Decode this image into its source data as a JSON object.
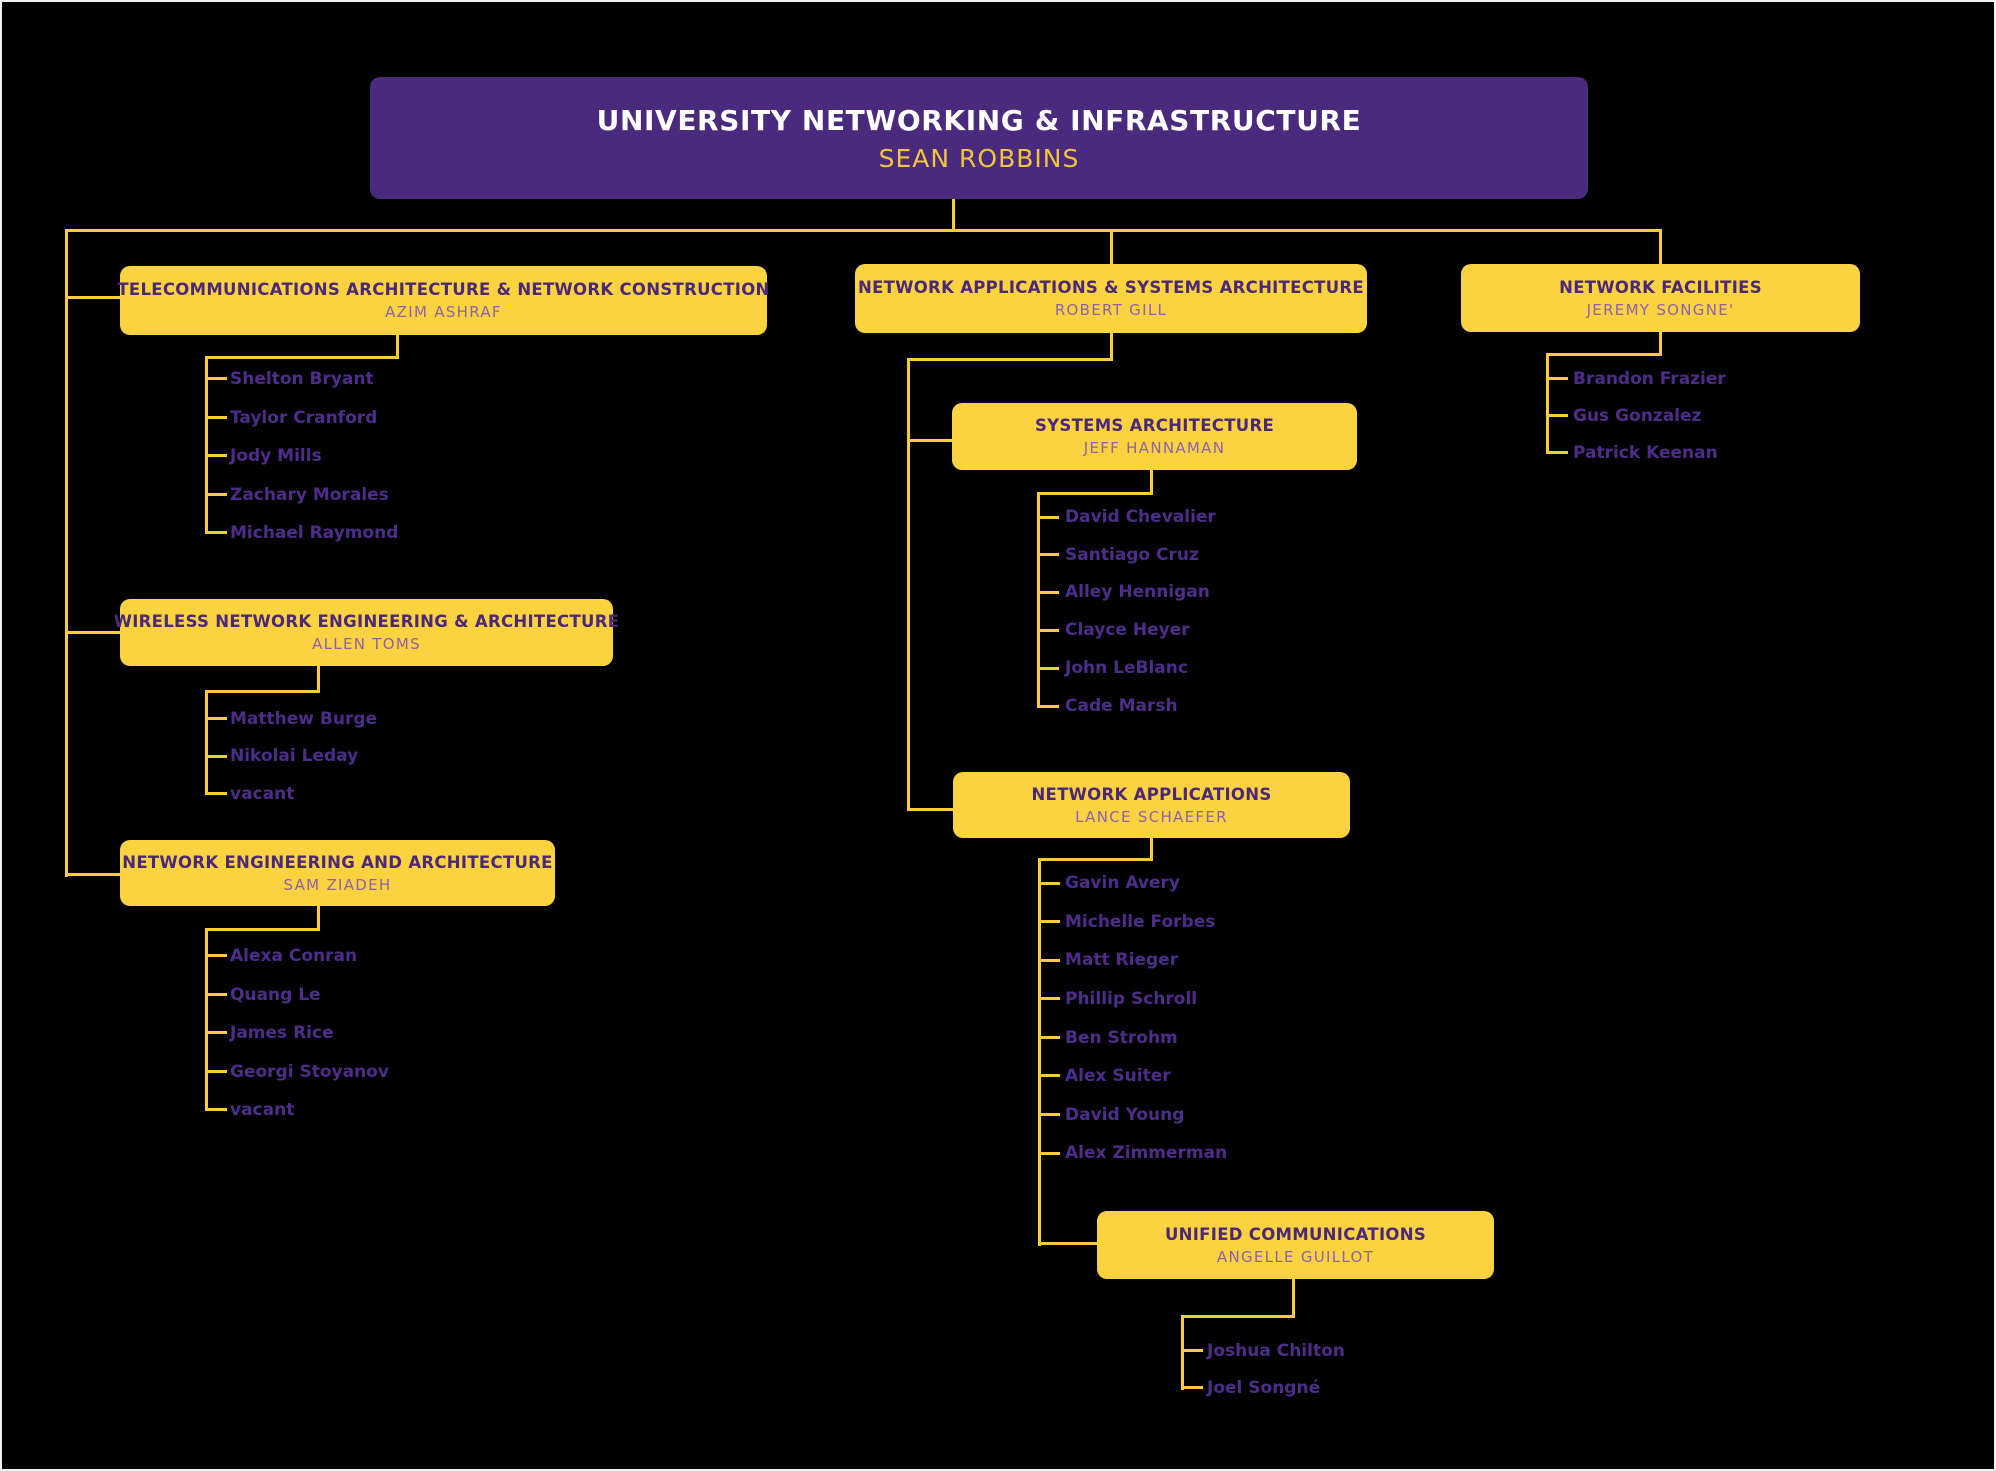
{
  "root": {
    "title": "UNIVERSITY NETWORKING & INFRASTRUCTURE",
    "lead": "SEAN ROBBINS"
  },
  "units": [
    {
      "title": "TELECOMMUNICATIONS ARCHITECTURE & NETWORK CONSTRUCTION",
      "lead": "AZIM ASHRAF",
      "members": [
        "Shelton Bryant",
        "Taylor Cranford",
        "Jody Mills",
        "Zachary Morales",
        "Michael Raymond"
      ]
    },
    {
      "title": "WIRELESS NETWORK ENGINEERING & ARCHITECTURE",
      "lead": "ALLEN TOMS",
      "members": [
        "Matthew Burge",
        "Nikolai Leday",
        "vacant"
      ]
    },
    {
      "title": "NETWORK ENGINEERING AND ARCHITECTURE",
      "lead": "SAM ZIADEH",
      "members": [
        "Alexa Conran",
        "Quang Le",
        "James Rice",
        "Georgi Stoyanov",
        "vacant"
      ]
    },
    {
      "title": "NETWORK APPLICATIONS & SYSTEMS ARCHITECTURE",
      "lead": "ROBERT GILL",
      "members": []
    },
    {
      "title": "SYSTEMS ARCHITECTURE",
      "lead": "JEFF HANNAMAN",
      "members": [
        "David Chevalier",
        "Santiago Cruz",
        "Alley Hennigan",
        "Clayce Heyer",
        "John LeBlanc",
        "Cade Marsh"
      ]
    },
    {
      "title": "NETWORK APPLICATIONS",
      "lead": "LANCE SCHAEFER",
      "members": [
        "Gavin Avery",
        "Michelle Forbes",
        "Matt Rieger",
        "Phillip Schroll",
        "Ben Strohm",
        "Alex Suiter",
        "David Young",
        "Alex Zimmerman"
      ]
    },
    {
      "title": "UNIFIED COMMUNICATIONS",
      "lead": "ANGELLE GUILLOT",
      "members": [
        "Joshua Chilton",
        "Joel Songné"
      ]
    },
    {
      "title": "NETWORK FACILITIES",
      "lead": "JEREMY SONGNE'",
      "members": [
        "Brandon Frazier",
        "Gus Gonzalez",
        "Patrick Keenan"
      ]
    }
  ],
  "colors": {
    "background": "#000000",
    "root_box": "#4A2A7D",
    "unit_box": "#FBD23F",
    "connector": "#FBCB3C",
    "root_title_text": "#FFFFFF",
    "root_lead_text": "#F2C33E",
    "unit_title_text": "#4B2878",
    "unit_lead_text": "#8E62AB",
    "member_text": "#4D2D89"
  }
}
